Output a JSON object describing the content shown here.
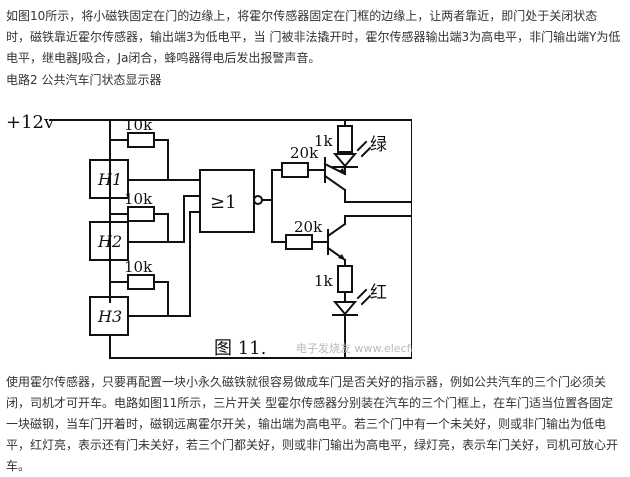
{
  "text": {
    "top_paragraph": "如图10所示，将小磁铁固定在门的边缘上，将霍尔传感器固定在门框的边缘上，让两者靠近，即门处于关闭状态时，磁铁靠近霍尔传感器，输出端3为低电平，当 门被非法撬开时，霍尔传感器输出端3为高电平，非门输出端Y为低电平，继电器J吸合，Ja闭合，蜂鸣器得电后发出报警声音。",
    "section_title": "电路2 公共汽车门状态显示器",
    "bottom_paragraph": "使用霍尔传感器，只要再配置一块小永久磁铁就很容易做成车门是否关好的指示器，例如公共汽车的三个门必须关闭，司机才可开车。电路如图11所示，三片开关 型霍尔传感器分别装在汽车的三个门框上，在车门适当位置各固定一块磁钢，当车门开着时，磁钢远离霍尔开关，输出端为高电平。若三个门中有一个未关好，则或非门输出为低电平，红灯亮，表示还有门未关好，若三个门都关好，则或非门输出为高电平，绿灯亮，表示车门关好，司机可放心开车。"
  },
  "figure": {
    "supply": "+12v",
    "r_h1": "10k",
    "r_h2": "10k",
    "r_h3": "10k",
    "h1": "H1",
    "h2": "H2",
    "h3": "H3",
    "gate": "≥1",
    "r_led_top": "1k",
    "r_base_top": "20k",
    "r_base_bottom": "20k",
    "r_led_bottom": "1k",
    "led_green": "绿",
    "led_red": "红",
    "caption": "图 11.",
    "watermark": "电子发烧友 www.elecfans.com"
  }
}
